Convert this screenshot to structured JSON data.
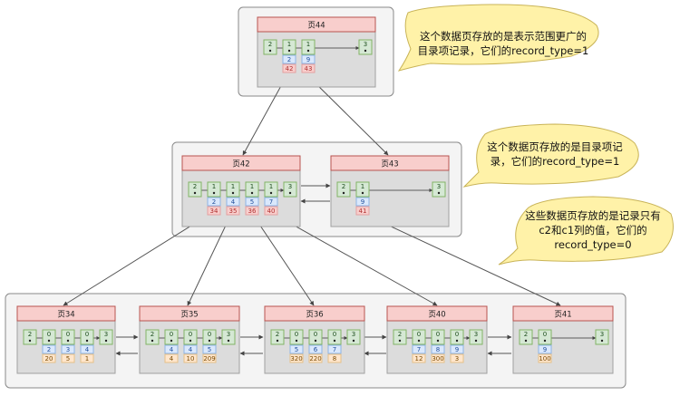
{
  "colors": {
    "page_bg": "#dcdcdc",
    "page_border": "#a0a0a0",
    "header_bg": "#f8cecc",
    "header_border": "#b85450",
    "record_bg": "#d5e8d4",
    "record_border": "#82b366",
    "key_bg": "#dae8fc",
    "key_text": "#1f4e9c",
    "ptr_bg": "#f8cecc",
    "ptr_text": "#b03030",
    "val_bg": "#ffe6cc",
    "val_text": "#7a4a00",
    "callout_bg": "#fff2a8",
    "callout_border": "#c9b458"
  },
  "callouts": [
    {
      "lines": [
        "这个数据页存放的是表示范围更广的",
        "目录项记录，它们的record_type=1"
      ]
    },
    {
      "lines": [
        "这个数据页存放的是目录项记",
        "录，它们的record_type=1"
      ]
    },
    {
      "lines": [
        "这些数据页存放的是记录只有",
        "c2和c1列的值，它们的",
        "record_type=0"
      ]
    }
  ],
  "pages": {
    "p44": {
      "title": "页44",
      "records": [
        "2",
        "1",
        "1",
        "3"
      ],
      "keys": [
        "2",
        "9"
      ],
      "ptrs": [
        "42",
        "43"
      ]
    },
    "p42": {
      "title": "页42",
      "records": [
        "2",
        "1",
        "1",
        "1",
        "1",
        "1",
        "3"
      ],
      "keys": [
        "2",
        "4",
        "5",
        "7"
      ],
      "ptrs": [
        "34",
        "35",
        "36",
        "40"
      ]
    },
    "p43": {
      "title": "页43",
      "records": [
        "2",
        "1",
        "3"
      ],
      "keys": [
        "9"
      ],
      "ptrs": [
        "41"
      ]
    },
    "p34": {
      "title": "页34",
      "records": [
        "2",
        "0",
        "0",
        "0",
        "3"
      ],
      "keys": [
        "2",
        "3",
        "4"
      ],
      "vals": [
        "20",
        "5",
        "1"
      ]
    },
    "p35": {
      "title": "页35",
      "records": [
        "2",
        "0",
        "0",
        "0",
        "3"
      ],
      "keys": [
        "4",
        "4",
        "5"
      ],
      "vals": [
        "4",
        "10",
        "209"
      ]
    },
    "p36": {
      "title": "页36",
      "records": [
        "2",
        "0",
        "0",
        "0",
        "3"
      ],
      "keys": [
        "5",
        "6",
        "7"
      ],
      "vals": [
        "320",
        "220",
        "8"
      ]
    },
    "p40": {
      "title": "页40",
      "records": [
        "2",
        "0",
        "0",
        "0",
        "3"
      ],
      "keys": [
        "7",
        "8",
        "9"
      ],
      "vals": [
        "12",
        "300",
        "3"
      ]
    },
    "p41": {
      "title": "页41",
      "records": [
        "2",
        "0",
        "3"
      ],
      "keys": [
        "9"
      ],
      "vals": [
        "100"
      ]
    }
  }
}
